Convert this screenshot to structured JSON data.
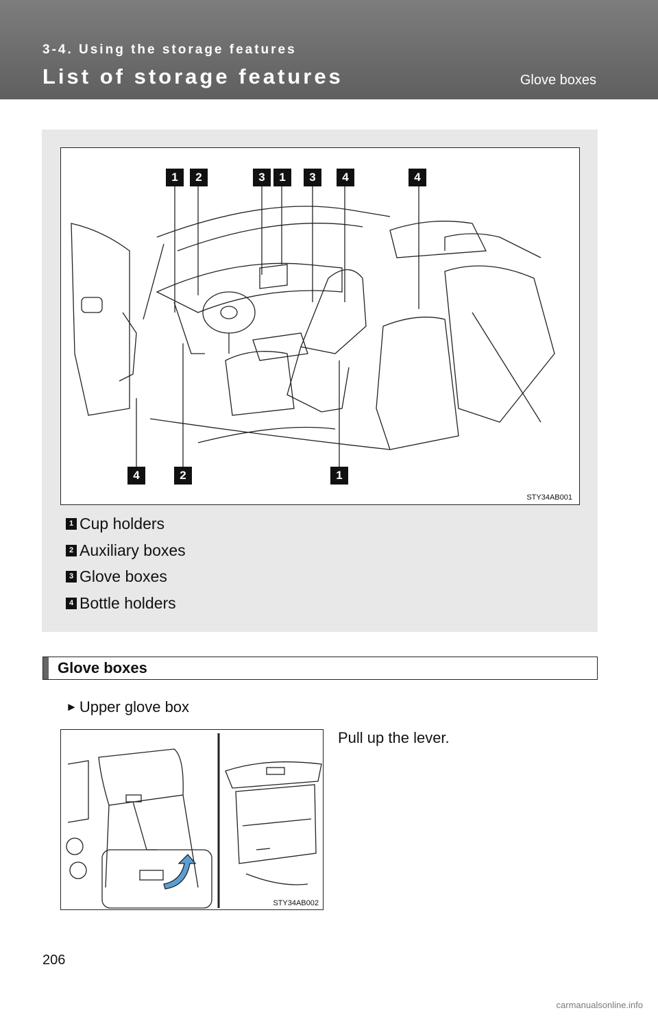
{
  "header": {
    "section_label": "3-4. Using the storage features",
    "page_title": "List of storage features",
    "sub_title": "Glove boxes"
  },
  "figure": {
    "code_main": "STY34AB001",
    "top_markers": [
      "1",
      "2",
      "3",
      "1",
      "3",
      "4",
      "4"
    ],
    "bottom_markers": [
      "4",
      "2",
      "1"
    ]
  },
  "legend": [
    {
      "num": "1",
      "label": "Cup holders"
    },
    {
      "num": "2",
      "label": "Auxiliary boxes"
    },
    {
      "num": "3",
      "label": "Glove boxes"
    },
    {
      "num": "4",
      "label": "Bottle holders"
    }
  ],
  "section": {
    "heading": "Glove boxes",
    "bullet_arrow": "►",
    "bullet": "Upper glove box",
    "instruction": "Pull up the lever.",
    "code_small": "STY34AB002"
  },
  "page_number": "206",
  "watermark": "carmanualsonline.info",
  "colors": {
    "header_bg": "#6e6e6e",
    "figure_bg": "#e8e8e8",
    "marker_bg": "#111111"
  }
}
